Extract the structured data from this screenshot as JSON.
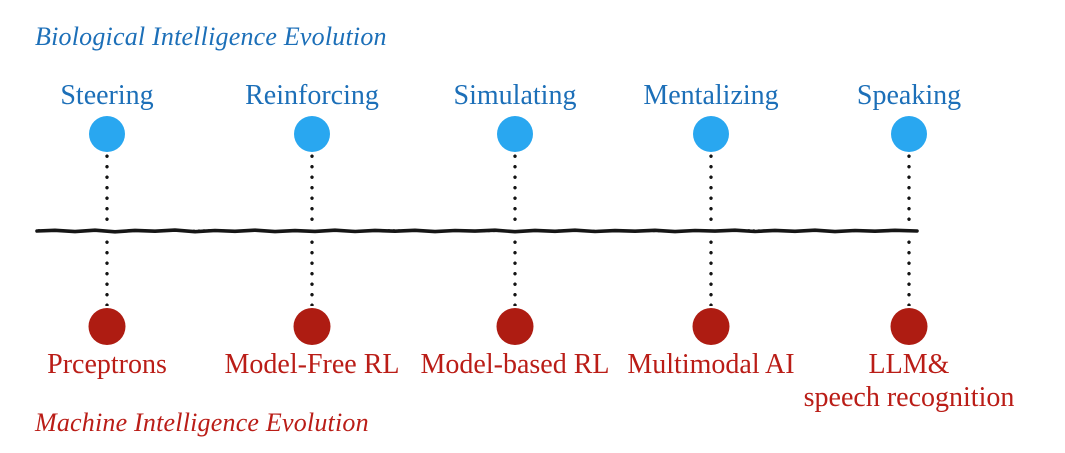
{
  "diagram": {
    "top_title": "Biological Intelligence Evolution",
    "bottom_title": "Machine Intelligence Evolution",
    "columns": [
      {
        "top_label": "Steering",
        "bottom_label": "Prceptrons"
      },
      {
        "top_label": "Reinforcing",
        "bottom_label": "Model-Free RL"
      },
      {
        "top_label": "Simulating",
        "bottom_label": "Model-based RL"
      },
      {
        "top_label": "Mentalizing",
        "bottom_label": "Multimodal AI"
      },
      {
        "top_label": "Speaking",
        "bottom_label": "LLM&",
        "bottom_label_line2": "speech recognition"
      }
    ],
    "colors": {
      "biological_text": "#1c6fb8",
      "biological_node": "#29a7f0",
      "machine_text": "#ba1d17",
      "machine_node": "#ae1c12",
      "timeline_line": "#161616"
    }
  }
}
